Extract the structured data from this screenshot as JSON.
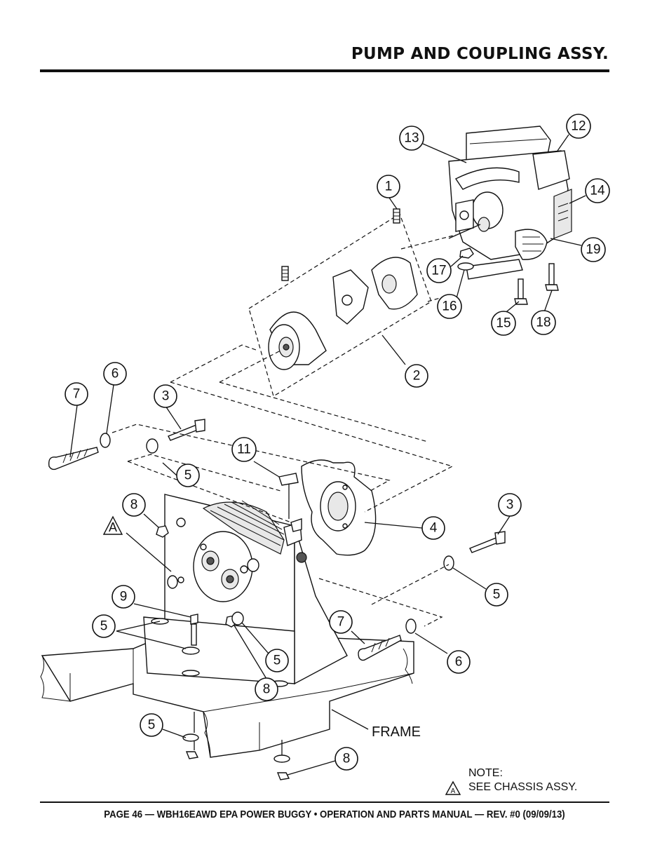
{
  "header": {
    "title": "PUMP AND COUPLING ASSY."
  },
  "footer": {
    "text": "PAGE 46 — WBH16EAWD EPA POWER BUGGY • OPERATION AND PARTS MANUAL — REV. #0 (09/09/13)"
  },
  "diagram": {
    "callouts": [
      "1",
      "2",
      "3",
      "4",
      "5",
      "6",
      "7",
      "8",
      "9",
      "11",
      "12",
      "13",
      "14",
      "15",
      "16",
      "17",
      "18",
      "19"
    ],
    "reference_marker": "A",
    "frame_label": "FRAME",
    "note_heading": "NOTE:",
    "note_body": "SEE CHASSIS ASSY."
  }
}
